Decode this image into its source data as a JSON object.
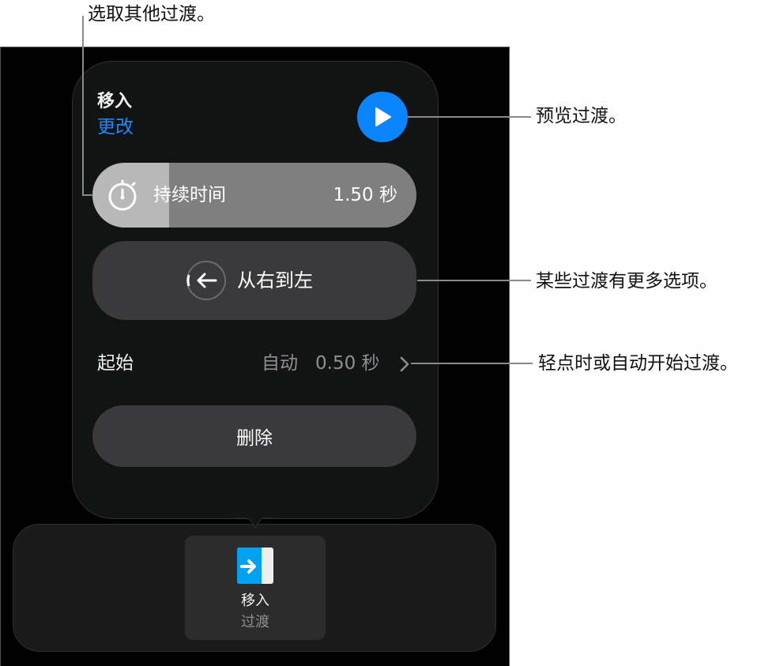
{
  "callouts": {
    "choose_other": "选取其他过渡。",
    "preview": "预览过渡。",
    "more_options": "某些过渡有更多选项。",
    "start_mode": "轻点时或自动开始过渡。"
  },
  "popover": {
    "title": "移入",
    "change_label": "更改",
    "play_icon": "play-icon",
    "duration": {
      "icon": "stopwatch-icon",
      "label": "持续时间",
      "value": "1.50 秒",
      "fill_fraction": 0.24
    },
    "direction": {
      "icon": "arrow-left-circle-icon",
      "label": "从右到左"
    },
    "start": {
      "label": "起始",
      "mode": "自动",
      "delay": "0.50 秒",
      "chevron": "chevron-right-icon"
    },
    "delete_label": "删除"
  },
  "transition_strip": {
    "items": [
      {
        "icon": "move-in-icon",
        "name": "移入",
        "kind": "过渡",
        "selected": true
      }
    ]
  },
  "colors": {
    "accent": "#0a84ff",
    "link": "#1a8cff",
    "popover_bg": "#121313",
    "control_bg": "#3a3a3c",
    "slider_track": "#7f7f7f",
    "slider_fill": "#b8b8b8",
    "secondary_text": "#8e8e93",
    "tile_icon_blue": "#00a2f0"
  }
}
